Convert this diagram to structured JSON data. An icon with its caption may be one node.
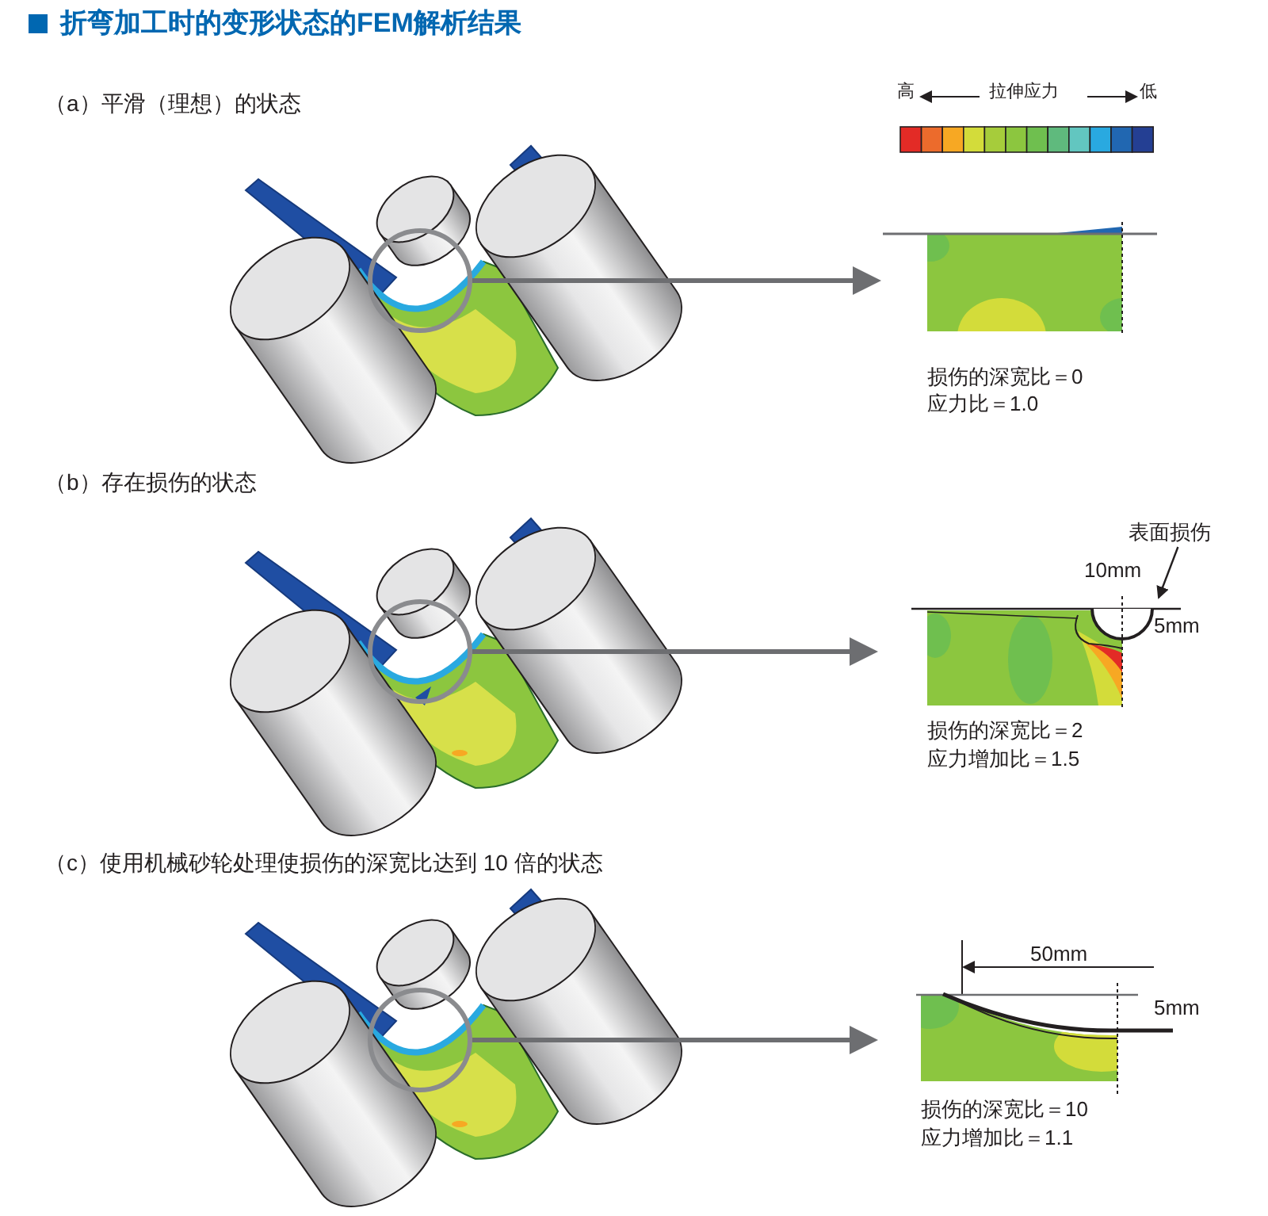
{
  "diagram": {
    "title": "折弯加工时的变形状态的FEM解析结果",
    "nodes": [
      {
        "text": [],
        "shape": "circle"
      },
      {
        "text": [],
        "shape": "picture",
        "beside": [
          "损伤的深宽比＝0",
          "应力比＝1.0"
        ]
      },
      {
        "text": [],
        "shape": "circle"
      },
      {
        "text": [
          "表面损伤"
        ]
      },
      {
        "text": [],
        "shape": "picture",
        "beside": [
          "损伤的深宽比＝2",
          "应力增加比＝1.5"
        ]
      },
      {
        "text": [],
        "shape": "circle"
      },
      {
        "text": [],
        "shape": "picture",
        "beside": [
          "损伤的深宽比＝10",
          "应力增加比＝1.1"
        ]
      }
    ],
    "edges": [
      {
        "from": 0,
        "to": 1,
        "arrow": "to"
      },
      {
        "from": 2,
        "to": 4,
        "arrow": "to"
      },
      {
        "from": 3,
        "to": 4,
        "arrow": "to"
      },
      {
        "from": 5,
        "to": 6,
        "arrow": "to"
      }
    ],
    "labels": [
      "（a）平滑（理想）的状态",
      "高",
      "拉伸应力",
      "低",
      "（b）存在损伤的状态",
      "10mm",
      "5mm",
      "（c）使用机械砂轮处理使损伤的深宽比达到 10 倍的状态",
      "50mm",
      "5mm"
    ]
  }
}
